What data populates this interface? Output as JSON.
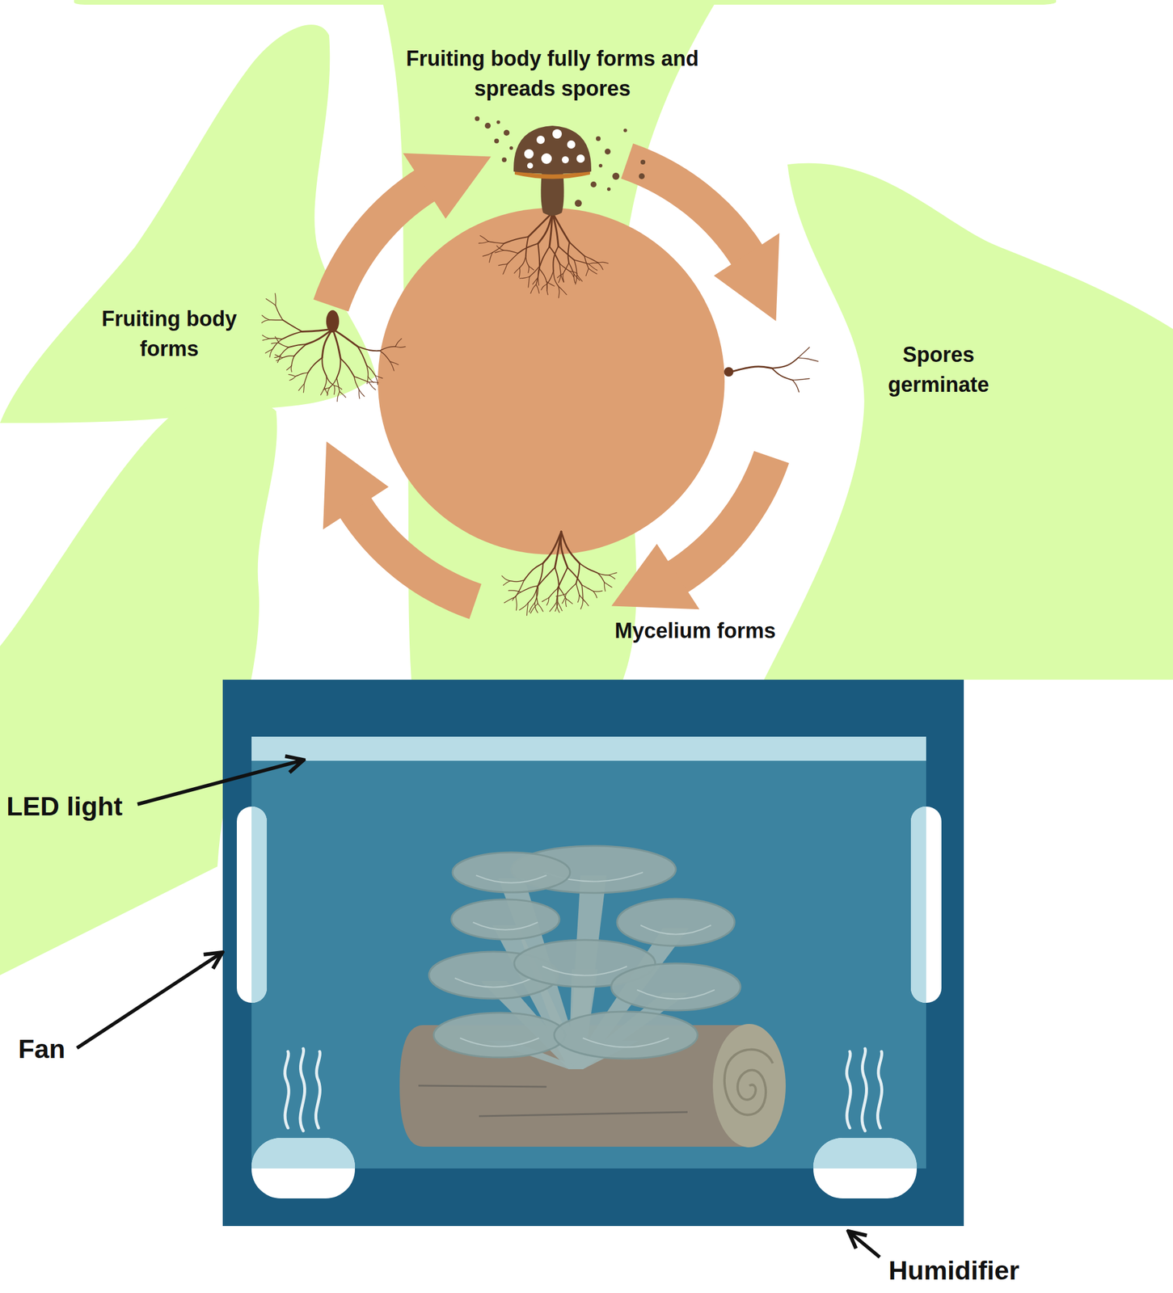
{
  "diagram": {
    "labels": [
      "Fruiting body fully forms and spreads spores",
      "Spores germinate",
      "Mycelium forms",
      "Fruiting body forms",
      "LED light",
      "Fan",
      "Humidifier"
    ]
  }
}
